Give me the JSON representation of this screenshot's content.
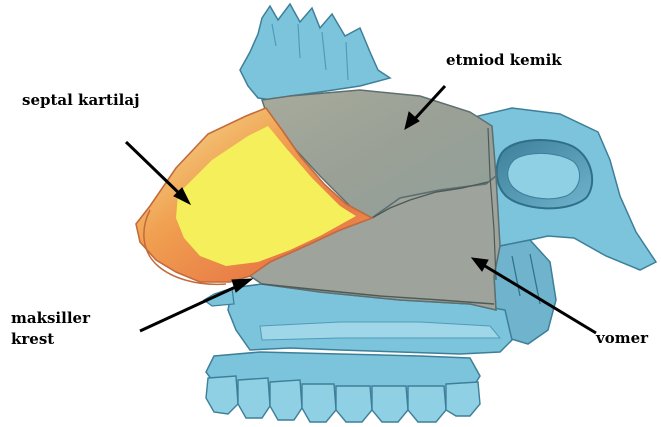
{
  "labels": {
    "septal_cartilage": "septal kartilaj",
    "ethmoid_bone": "etmiod kemik",
    "maxillary_crest_line1": "maksiller",
    "maxillary_crest_line2": "krest",
    "vomer": "vomer"
  },
  "colors": {
    "background": "#ffffff",
    "bone_blue": "#7cc4dc",
    "bone_blue_dark": "#4f9cb8",
    "septal_yellow": "#f4ec60",
    "septal_orange": "#ee9a4a",
    "septum_grey": "#9da29a",
    "ink": "#000000"
  }
}
